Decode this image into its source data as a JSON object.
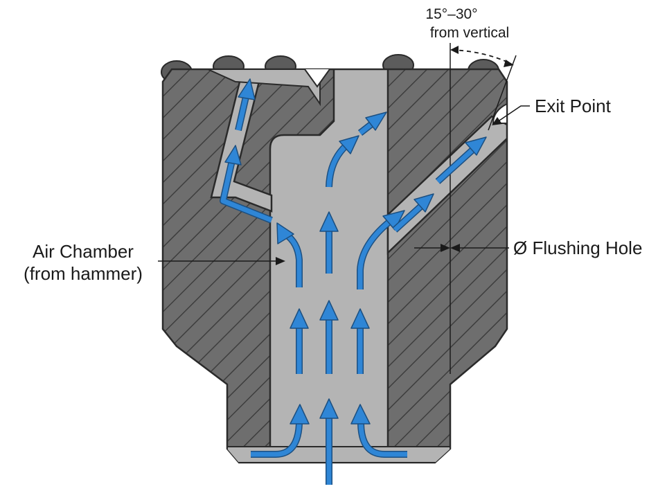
{
  "labels": {
    "angle_line1": "15°–30°",
    "angle_line2": "from vertical",
    "exit_point": "Exit Point",
    "air_chamber_line1": "Air Chamber",
    "air_chamber_line2": "(from hammer)",
    "flushing_hole": "Ø Flushing Hole"
  },
  "colors": {
    "body": "#6e6e6e",
    "hatch": "#3d3d3d",
    "passage": "#b4b4b4",
    "flow": "#2f86d6",
    "outline": "#2a2a2a"
  }
}
